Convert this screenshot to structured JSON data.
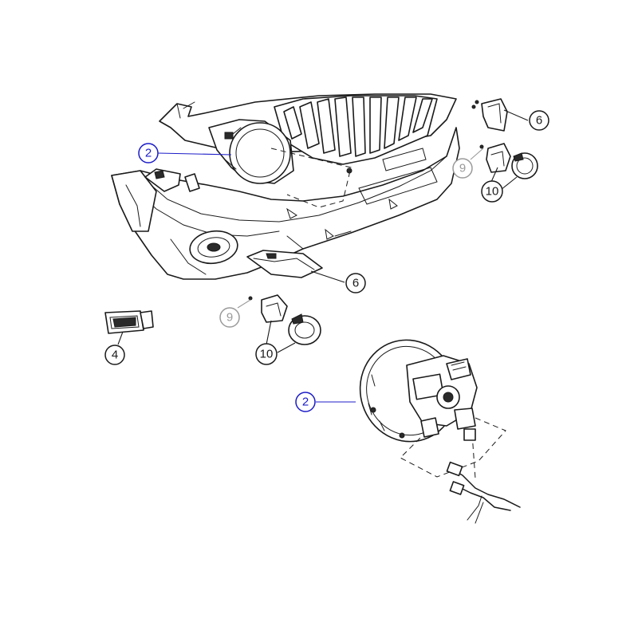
{
  "colors": {
    "callout_blue": "#1c1cc8",
    "callout_gray": "#9a9a9a",
    "callout_black": "#1a1a1a",
    "line_art": "#1a1a1a"
  },
  "callouts": {
    "fog_lamp_top": {
      "number": "2",
      "color": "blue"
    },
    "fog_lamp_detail": {
      "number": "2",
      "color": "blue"
    },
    "bezel_top_right": {
      "number": "6",
      "color": "black"
    },
    "bezel_lower": {
      "number": "6",
      "color": "black"
    },
    "screw_right": {
      "number": "9",
      "color": "gray"
    },
    "screw_left": {
      "number": "9",
      "color": "gray"
    },
    "lamp_bracket_right": {
      "number": "10",
      "color": "black"
    },
    "lamp_bracket_left": {
      "number": "10",
      "color": "black"
    },
    "side_marker": {
      "number": "4",
      "color": "black"
    }
  }
}
